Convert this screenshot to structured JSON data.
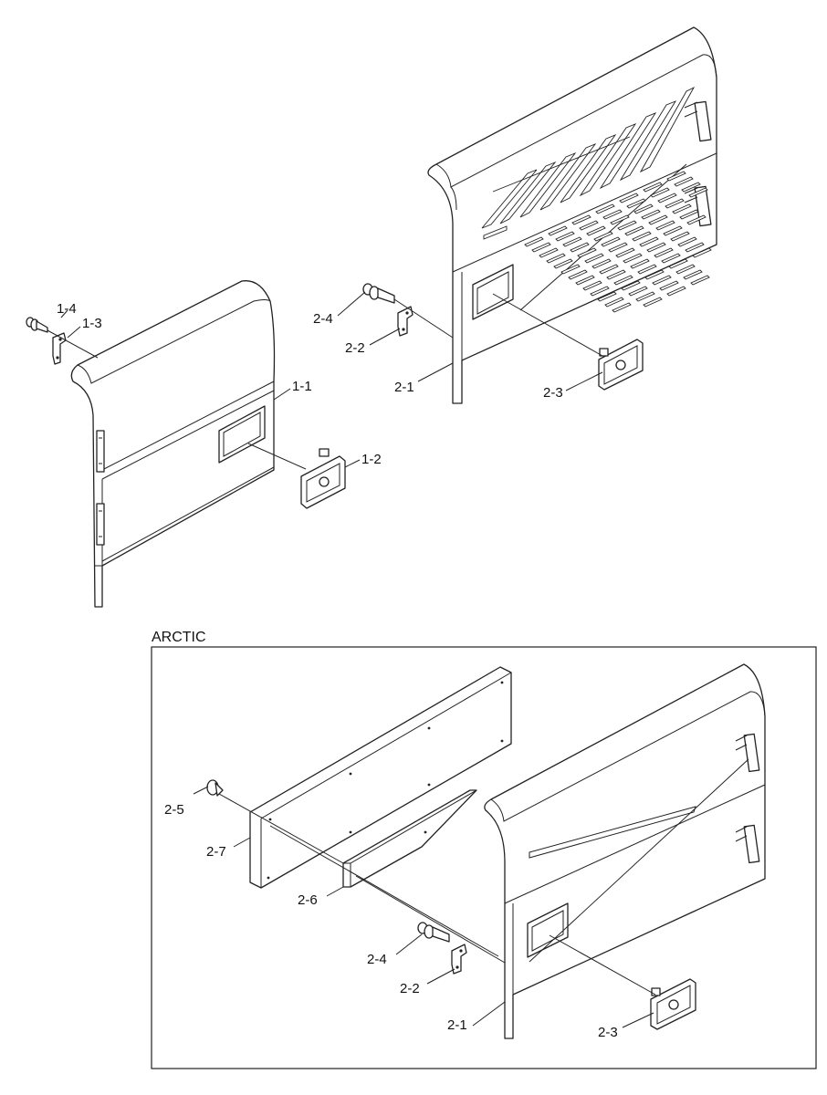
{
  "diagram": {
    "section_title": "ARCTIC",
    "callouts": {
      "c_1_4": "1-4",
      "c_1_3": "1-3",
      "c_1_1": "1-1",
      "c_1_2": "1-2",
      "c_2_4_top": "2-4",
      "c_2_2_top": "2-2",
      "c_2_1_top": "2-1",
      "c_2_3_top": "2-3",
      "c_2_5": "2-5",
      "c_2_7": "2-7",
      "c_2_6": "2-6",
      "c_2_4_arctic": "2-4",
      "c_2_2_arctic": "2-2",
      "c_2_1_arctic": "2-1",
      "c_2_3_arctic": "2-3"
    }
  }
}
